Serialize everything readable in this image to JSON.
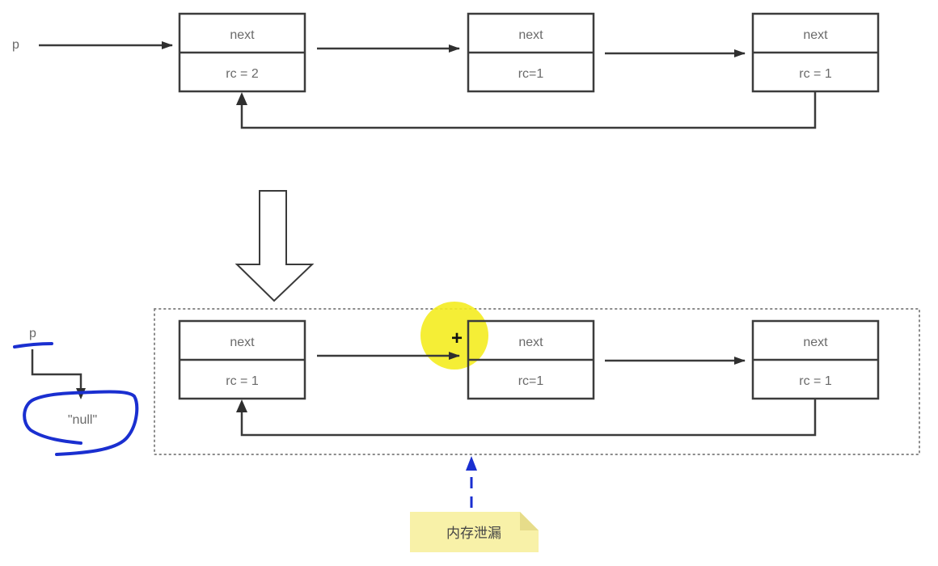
{
  "diagram": {
    "title": "",
    "before": {
      "pointer_label": "p",
      "nodes": [
        {
          "field": "next",
          "refcount": "rc = 2"
        },
        {
          "field": "next",
          "refcount": "rc=1"
        },
        {
          "field": "next",
          "refcount": "rc = 1"
        }
      ]
    },
    "after": {
      "pointer_label": "p",
      "pointer_target": "\"null\"",
      "nodes": [
        {
          "field": "next",
          "refcount": "rc = 1"
        },
        {
          "field": "next",
          "refcount": "rc=1"
        },
        {
          "field": "next",
          "refcount": "rc = 1"
        }
      ]
    },
    "note": {
      "text": "内存泄漏"
    },
    "cursor_symbol": "+",
    "colors": {
      "line": "#3a3a3a",
      "annotation_blue": "#1a2fd0",
      "note_fill": "#f8f1a8",
      "note_fold": "#e6dc8a",
      "cursor_highlight": "#f4ec20"
    }
  }
}
